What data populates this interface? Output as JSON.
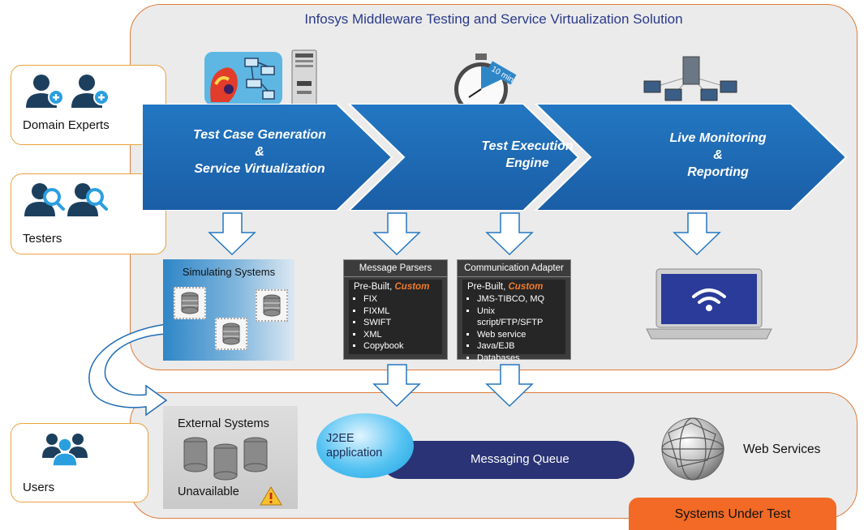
{
  "title": "Infosys Middleware Testing and Service Virtualization Solution",
  "actors": [
    {
      "label": "Domain Experts"
    },
    {
      "label": "Testers"
    },
    {
      "label": "Users"
    }
  ],
  "stages": [
    {
      "line1": "Test Case Generation",
      "line2": "&",
      "line3": "Service Virtualization"
    },
    {
      "line1": "Test Execution",
      "line2": "Engine"
    },
    {
      "line1": "Live Monitoring",
      "line2": "&",
      "line3": "Reporting"
    }
  ],
  "timer_label": "10 min",
  "simulating": {
    "title": "Simulating Systems"
  },
  "parsers": {
    "title": "Message Parsers",
    "prebuilt": "Pre-Built,",
    "custom": "Custom",
    "items": [
      "FIX",
      "FIXML",
      "SWIFT",
      "XML",
      "Copybook"
    ]
  },
  "adapter": {
    "title": "Communication Adapter",
    "prebuilt": "Pre-Built,",
    "custom": "Custom",
    "items": [
      "JMS-TIBCO, MQ",
      "Unix script/FTP/SFTP",
      "Web service",
      "Java/EJB",
      "Databases"
    ]
  },
  "sut": {
    "external_title": "External Systems",
    "external_status": "Unavailable",
    "j2ee_line1": "J2EE",
    "j2ee_line2": "application",
    "queue": "Messaging Queue",
    "web_services": "Web Services",
    "tab": "Systems Under Test"
  },
  "colors": {
    "panel_border": "#e07b39",
    "panel_fill": "#ebebeb",
    "arrow_blue": "#1f6bb5",
    "accent_orange": "#f26a25",
    "dark_box": "#3c3c3c",
    "queue": "#2a3375",
    "title_text": "#2a3a8a"
  }
}
